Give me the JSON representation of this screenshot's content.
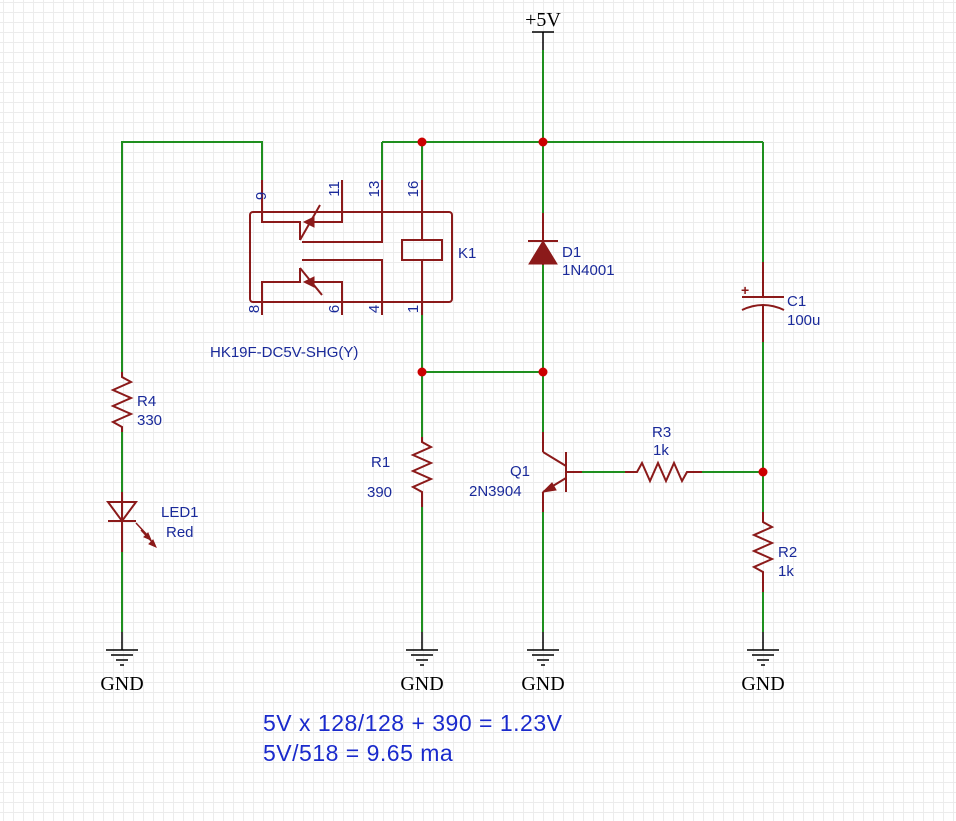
{
  "power": {
    "vcc_label": "+5V"
  },
  "ground_labels": [
    "GND",
    "GND",
    "GND",
    "GND"
  ],
  "components": {
    "relay": {
      "ref": "K1",
      "value": "HK19F-DC5V-SHG(Y)",
      "pins": [
        "9",
        "11",
        "13",
        "16",
        "8",
        "6",
        "4",
        "1"
      ]
    },
    "d1": {
      "ref": "D1",
      "value": "1N4001"
    },
    "c1": {
      "ref": "C1",
      "value": "100u",
      "polarity": "+"
    },
    "r4": {
      "ref": "R4",
      "value": "330"
    },
    "led1": {
      "ref": "LED1",
      "value": "Red"
    },
    "r1": {
      "ref": "R1",
      "value": "390"
    },
    "q1": {
      "ref": "Q1",
      "value": "2N3904"
    },
    "r3": {
      "ref": "R3",
      "value": "1k"
    },
    "r2": {
      "ref": "R2",
      "value": "1k"
    }
  },
  "notes": [
    "5V x 128/128 + 390 = 1.23V",
    "5V/518 = 9.65 ma"
  ],
  "colors": {
    "wire": "#1f8f1f",
    "component": "#8b1a1a",
    "label": "#1a2a9a",
    "junction": "#cc0000",
    "note": "#1a2acc"
  }
}
